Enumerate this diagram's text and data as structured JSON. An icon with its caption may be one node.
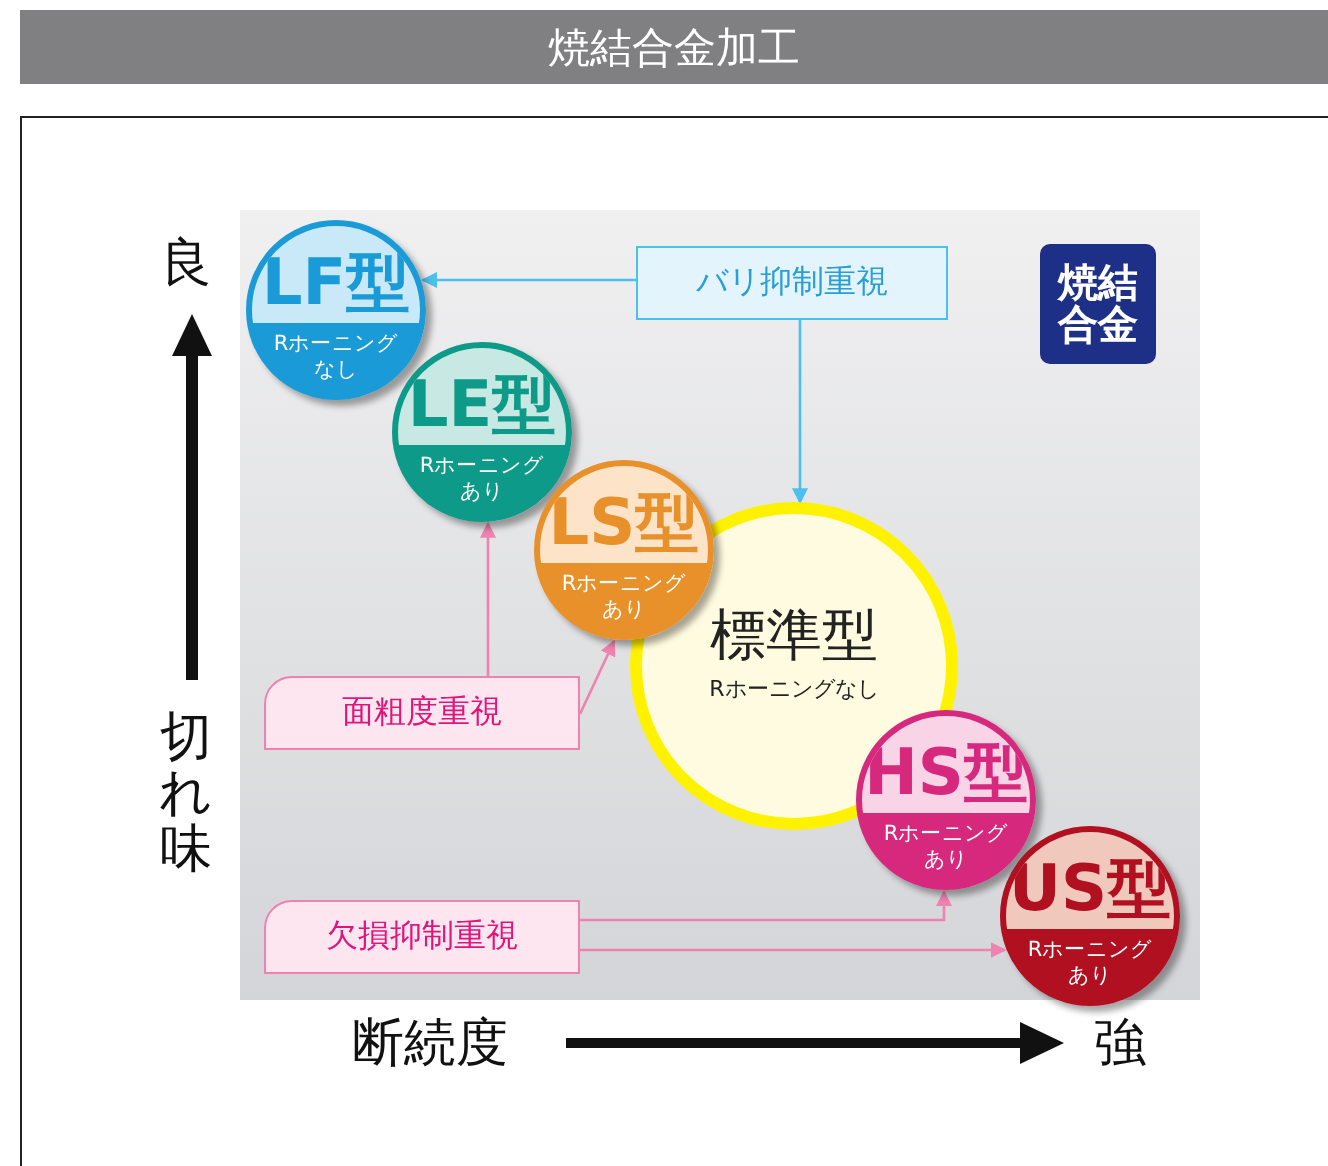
{
  "diagram": {
    "title": "焼結合金加工",
    "nodes": [
      {
        "text": [
          "LF型",
          "Rホーニングなし"
        ]
      },
      {
        "text": [
          "LE型",
          "Rホーニングあり"
        ]
      },
      {
        "text": [
          "LS型",
          "Rホーニングあり"
        ]
      },
      {
        "text": [
          "標準型",
          "Rホーニングなし"
        ]
      },
      {
        "text": [
          "HS型",
          "Rホーニングあり"
        ]
      },
      {
        "text": [
          "US型",
          "Rホーニングあり"
        ]
      },
      {
        "text": [
          "バリ抑制重視"
        ]
      },
      {
        "text": [
          "面粗度重視"
        ]
      },
      {
        "text": [
          "欠損抑制重視"
        ]
      },
      {
        "text": [
          "焼結合金"
        ]
      }
    ],
    "edges": [
      {
        "from": 6,
        "to": 0,
        "arrow": "to",
        "color": "#4cc0ec"
      },
      {
        "from": 6,
        "to": 3,
        "arrow": "to",
        "color": "#4cc0ec"
      },
      {
        "from": 7,
        "to": 1,
        "arrow": "to"
      },
      {
        "from": 7,
        "to": 2,
        "arrow": "to"
      },
      {
        "from": 8,
        "to": 4,
        "arrow": "to"
      },
      {
        "from": 8,
        "to": 5,
        "arrow": "to"
      }
    ],
    "labels": [
      "良",
      "切れ味",
      "断続度",
      "強"
    ]
  }
}
